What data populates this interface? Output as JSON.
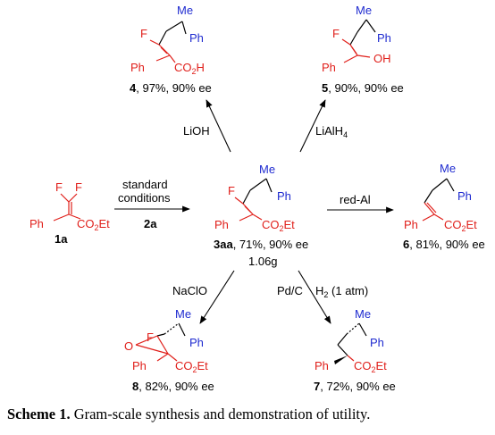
{
  "caption": {
    "label": "Scheme 1.",
    "text": " Gram-scale synthesis and demonstration of utility."
  },
  "compounds": {
    "c4": {
      "num": "4",
      "yield": ", 97%, 90% ee"
    },
    "c5": {
      "num": "5",
      "yield": ", 90%, 90% ee"
    },
    "c1a": {
      "num": "1a"
    },
    "c3aa": {
      "num": "3aa",
      "yield": ", 71%, 90% ee",
      "scale": "1.06g"
    },
    "c6": {
      "num": "6",
      "yield": ", 81%, 90% ee"
    },
    "c8": {
      "num": "8",
      "yield": ", 82%, 90% ee"
    },
    "c7": {
      "num": "7",
      "yield": ", 72%, 90% ee"
    }
  },
  "reagents": {
    "lioh": "LiOH",
    "lialh4_main": "LiAlH",
    "lialh4_sub": "4",
    "standard_1": "standard",
    "standard_2": "conditions",
    "reagent_2a": "2a",
    "redal": "red-Al",
    "naclo": "NaClO",
    "pdc": "Pd/C",
    "h2_main": "H",
    "h2_sub": "2",
    "h2_rest": " (1 atm)"
  },
  "atoms": {
    "me": "Me",
    "ph": "Ph",
    "f": "F",
    "co2et_main": "CO",
    "co2et_sub": "2",
    "co2et_rest": "Et",
    "co2h_main": "CO",
    "co2h_sub": "2",
    "co2h_rest": "H",
    "oh": "OH",
    "o": "O"
  }
}
